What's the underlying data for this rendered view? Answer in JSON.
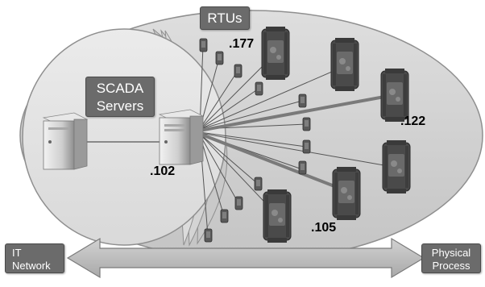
{
  "labels": {
    "rtus": "RTUs",
    "scada_line1": "SCADA",
    "scada_line2": "Servers",
    "it_line1": "IT",
    "it_line2": "Network",
    "physical_line1": "Physical",
    "physical_line2": "Process"
  },
  "ip_labels": {
    "rtu_177": ".177",
    "server_102": ".102",
    "rtu_122": ".122",
    "rtu_105": ".105"
  },
  "colors": {
    "outer_ellipse": "#d2d2d2",
    "inner_circle": "#e6e6e6",
    "label_box": "#6b6b6b",
    "arrow": "#bdbdbd"
  },
  "icons": {
    "server": "server-tower-icon",
    "rtu_large": "rtu-module-icon",
    "rtu_small": "io-device-icon"
  }
}
